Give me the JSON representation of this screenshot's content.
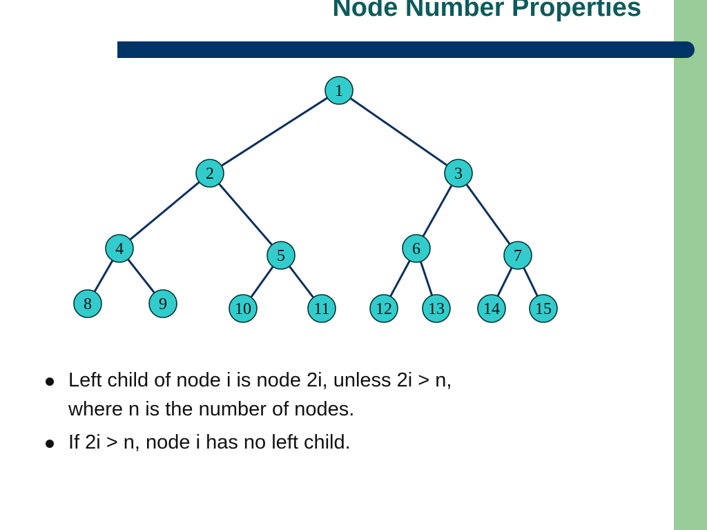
{
  "slide": {
    "title": "Node Number Properties",
    "colors": {
      "title": "#0e5b5b",
      "rule": "#003366",
      "side_bar": "#99cc99",
      "node_fill": "#33cccc",
      "edge": "#0d2f5a"
    }
  },
  "tree": {
    "nodes": [
      {
        "id": 1,
        "label": "1"
      },
      {
        "id": 2,
        "label": "2"
      },
      {
        "id": 3,
        "label": "3"
      },
      {
        "id": 4,
        "label": "4"
      },
      {
        "id": 5,
        "label": "5"
      },
      {
        "id": 6,
        "label": "6"
      },
      {
        "id": 7,
        "label": "7"
      },
      {
        "id": 8,
        "label": "8"
      },
      {
        "id": 9,
        "label": "9"
      },
      {
        "id": 10,
        "label": "10"
      },
      {
        "id": 11,
        "label": "11"
      },
      {
        "id": 12,
        "label": "12"
      },
      {
        "id": 13,
        "label": "13"
      },
      {
        "id": 14,
        "label": "14"
      },
      {
        "id": 15,
        "label": "15"
      }
    ],
    "edges": [
      [
        1,
        2
      ],
      [
        1,
        3
      ],
      [
        2,
        4
      ],
      [
        2,
        5
      ],
      [
        3,
        6
      ],
      [
        3,
        7
      ],
      [
        4,
        8
      ],
      [
        4,
        9
      ],
      [
        5,
        10
      ],
      [
        5,
        11
      ],
      [
        6,
        12
      ],
      [
        6,
        13
      ],
      [
        7,
        14
      ],
      [
        7,
        15
      ]
    ]
  },
  "bullets": [
    {
      "line1": "Left child of node i is node 2i, unless 2i > n,",
      "line2": "where n is the number of nodes."
    },
    {
      "line1": "If 2i > n, node i has no left child.",
      "line2": ""
    }
  ]
}
